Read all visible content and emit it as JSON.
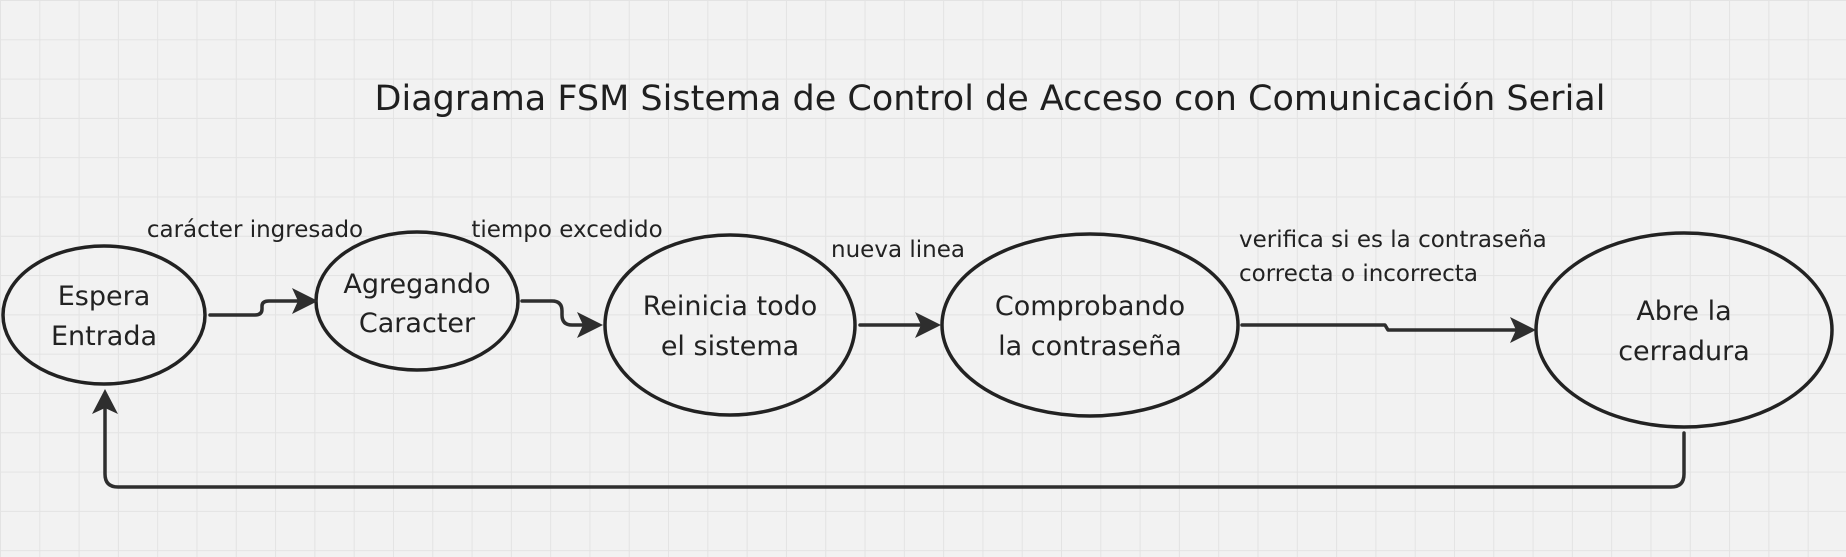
{
  "title": "Diagrama FSM Sistema de Control de Acceso con Comunicación Serial",
  "states": [
    {
      "id": "espera",
      "label": [
        "Espera",
        "Entrada"
      ]
    },
    {
      "id": "agregando",
      "label": [
        "Agregando",
        "Caracter"
      ]
    },
    {
      "id": "reinicia",
      "label": [
        "Reinicia todo",
        "el sistema"
      ]
    },
    {
      "id": "comprobando",
      "label": [
        "Comprobando",
        "la contraseña"
      ]
    },
    {
      "id": "abre",
      "label": [
        "Abre la",
        "cerradura"
      ]
    }
  ],
  "transitions": [
    {
      "from": "espera",
      "to": "agregando",
      "label": [
        "carácter ingresado"
      ]
    },
    {
      "from": "agregando",
      "to": "reinicia",
      "label": [
        "tiempo excedido"
      ]
    },
    {
      "from": "reinicia",
      "to": "comprobando",
      "label": [
        "nueva linea"
      ]
    },
    {
      "from": "comprobando",
      "to": "abre",
      "label": [
        "verifica si es la contraseña",
        "correcta o incorrecta"
      ]
    },
    {
      "from": "abre",
      "to": "espera",
      "label": []
    }
  ]
}
